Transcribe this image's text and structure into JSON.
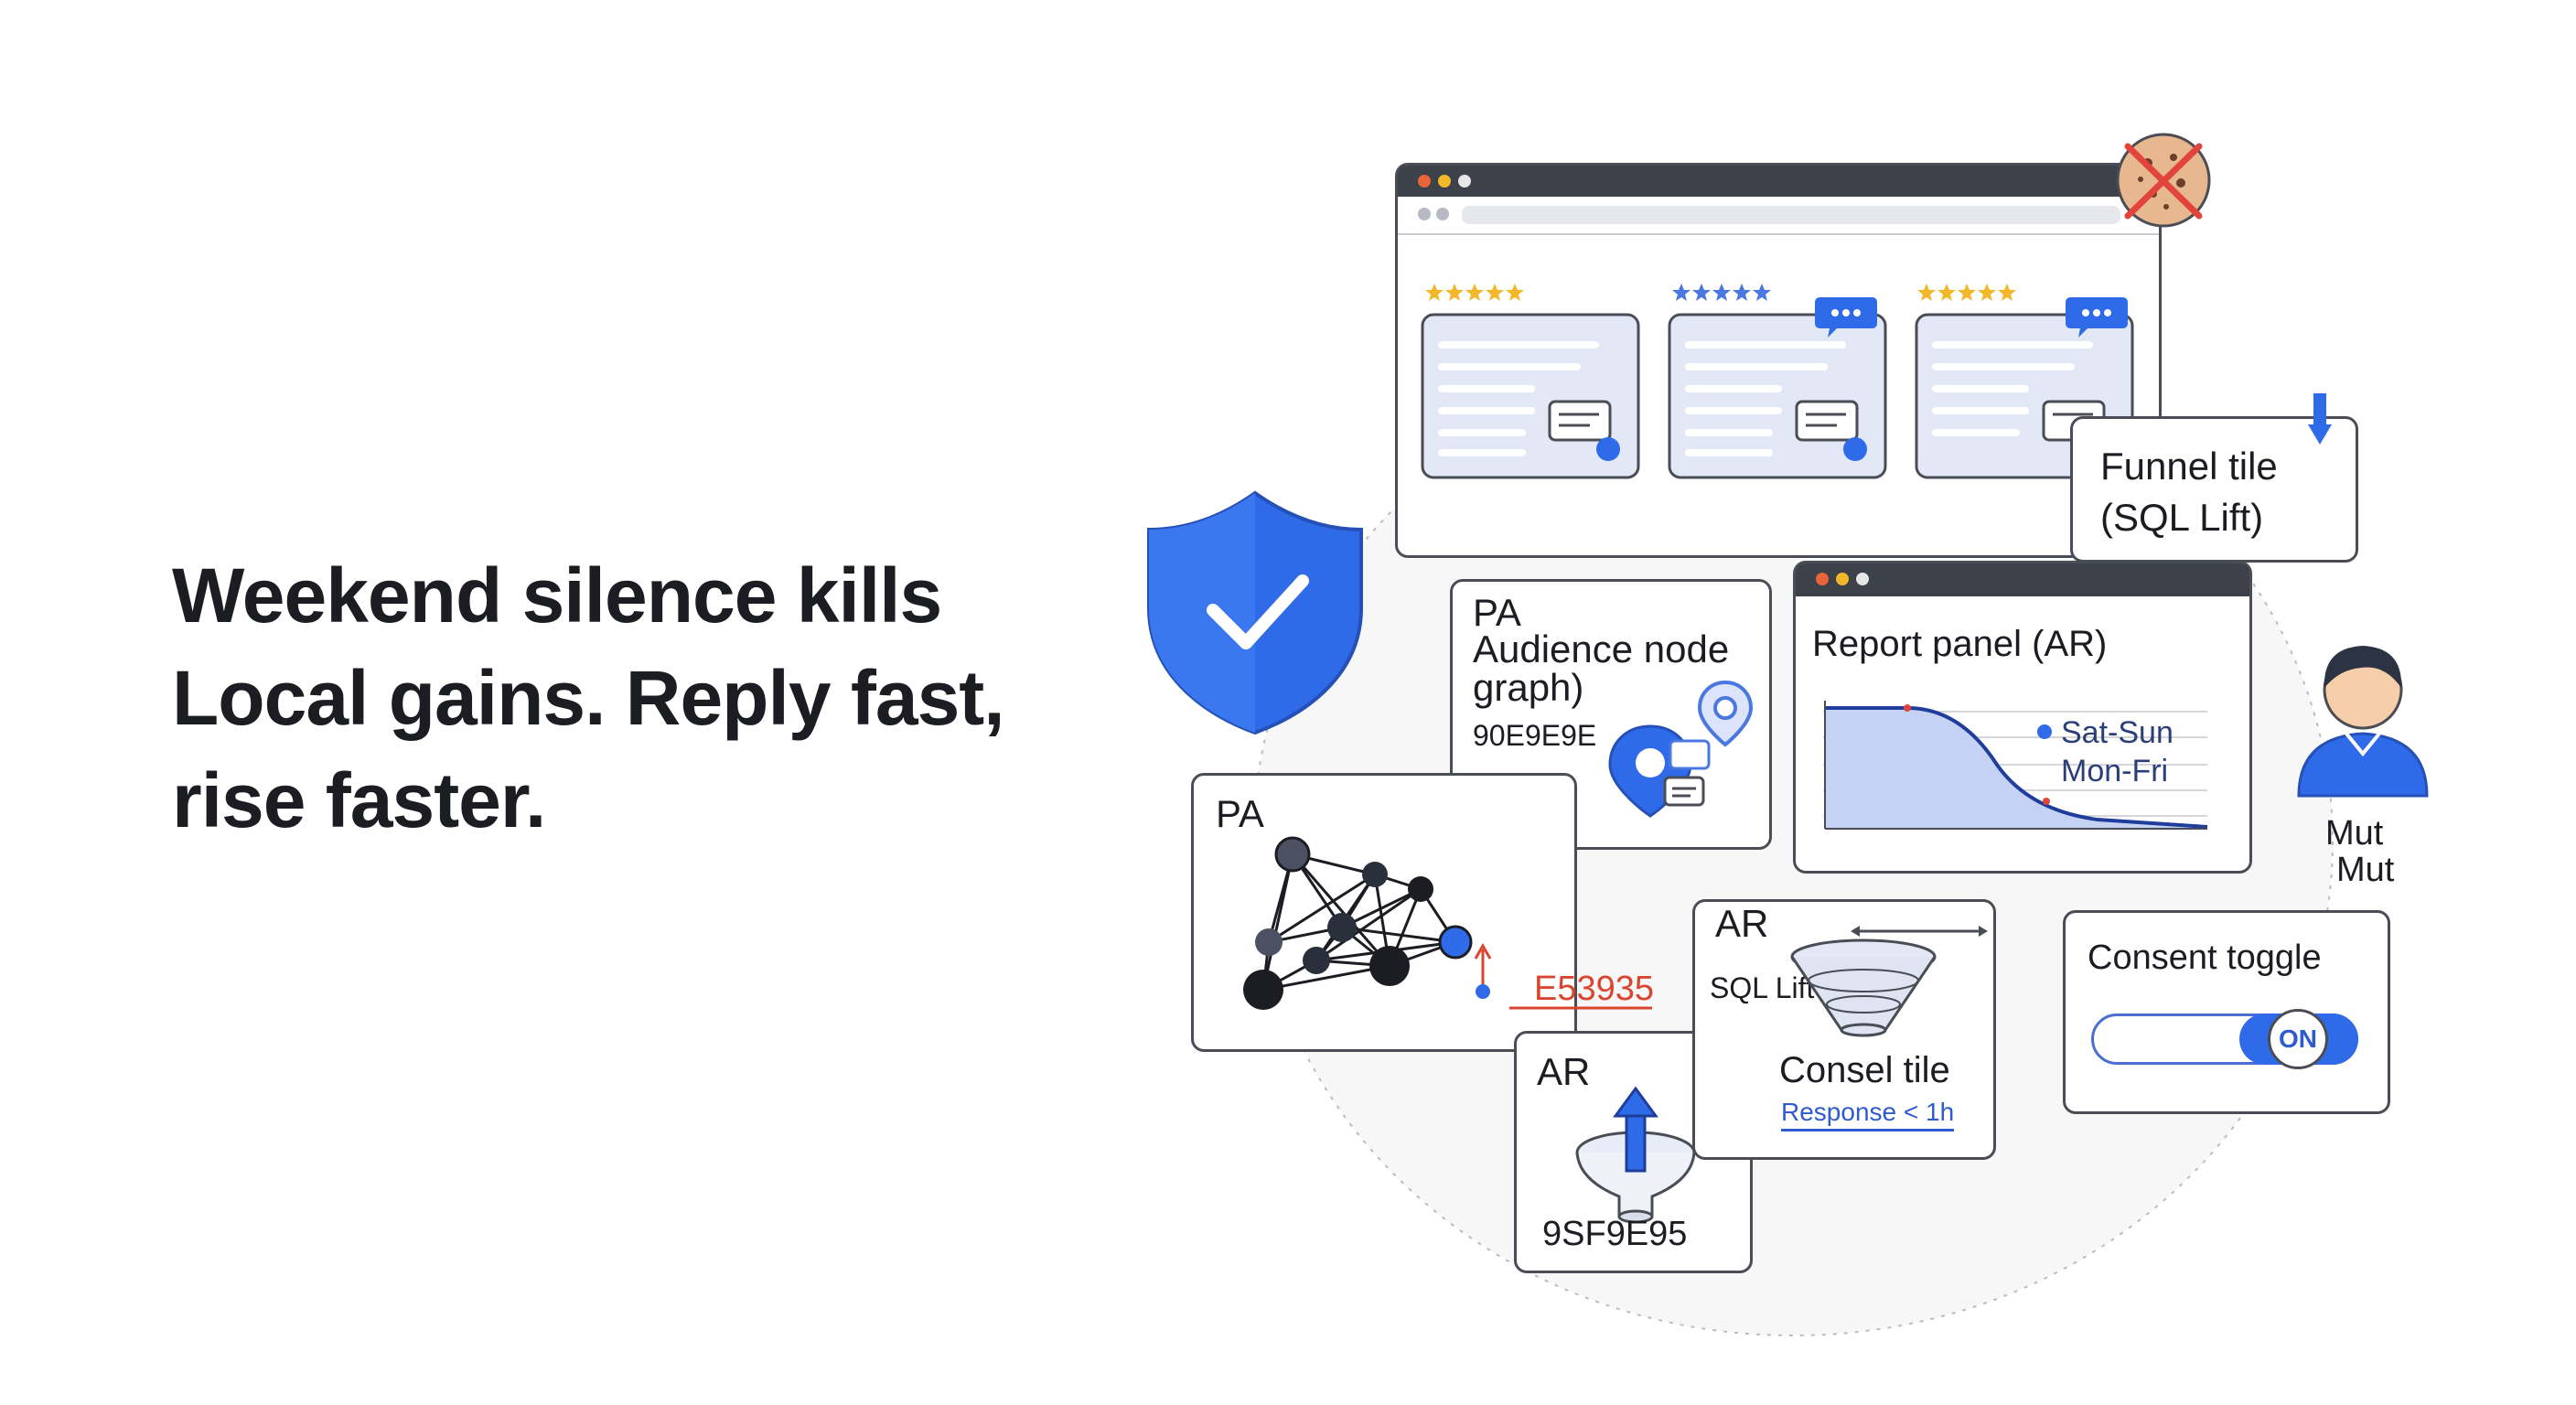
{
  "headline": {
    "line1": "Weekend silence kills",
    "line2": "Local gains.  Reply fast,",
    "line3": "rise faster."
  },
  "colors": {
    "accent_blue": "#2f6be8",
    "dark": "#3d4149",
    "alert_red": "#d9452f",
    "star_yellow": "#f2b82a",
    "card_fill": "#e3e8f6"
  },
  "icons": [
    "shield-check-icon",
    "no-cookie-icon",
    "person-avatar-icon",
    "map-pin-icon",
    "chat-bubble-icon",
    "funnel-icon",
    "arrow-up-icon",
    "star-icon"
  ],
  "funnel_tile": {
    "line1": "Funnel tile",
    "line2": "(SQL Lift)"
  },
  "audience_card": {
    "tag": "PA",
    "title_line1": "Audience node",
    "title_line2": "graph)",
    "code": "90E9E9E"
  },
  "report_panel": {
    "title": "Report panel (AR)",
    "legend": [
      "Sat-Sun",
      "Mon-Fri"
    ]
  },
  "avatar": {
    "label1": "Mut",
    "label2": "Mut"
  },
  "graph_card": {
    "tag": "PA",
    "code": "E53935"
  },
  "ar_card": {
    "tag": "AR",
    "code": "9SF9E95"
  },
  "consel_card": {
    "tag": "AR",
    "sql_label": "SQL Lift",
    "title": "Consel tile",
    "link": "Response < 1h"
  },
  "consent": {
    "title": "Consent toggle",
    "state": "ON"
  }
}
